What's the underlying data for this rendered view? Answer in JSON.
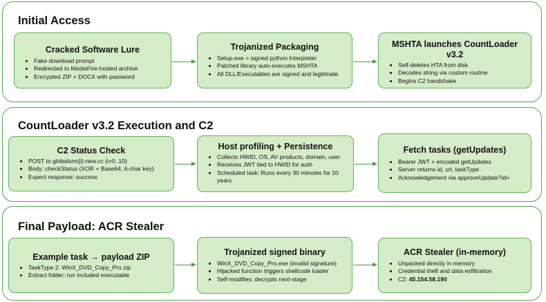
{
  "sections": [
    {
      "title": "Initial Access",
      "boxes": [
        {
          "title": "Cracked Software Lure",
          "bullets": [
            "Fake download prompt",
            "Redirected to MediaFire-hosted archive",
            "Encrypted ZIP + DOCX with password"
          ]
        },
        {
          "title": "Trojanized Packaging",
          "bullets": [
            "Setup.exe = signed python Interpreter",
            "Patched library auto-executes MSHTA",
            "All DLL/Executables are signed and legitimate"
          ]
        },
        {
          "title": "MSHTA launches CountLoader v3.2",
          "bullets": [
            "Self-deletes HTA from disk",
            "Decodes string via custom routine",
            "Begins C2 handshake"
          ]
        }
      ]
    },
    {
      "title": "CountLoader v3.2 Execution and C2",
      "boxes": [
        {
          "title": "C2 Status Check",
          "bullets": [
            "POST to globalsnn{i}-new.cc (i=0..10)",
            "Body: checkStatus (XOR + Base64, 6-char key)",
            "Expect response: success"
          ]
        },
        {
          "title": "Host profiling + Persistence",
          "bullets": [
            "Collects HWID, OS, AV products, domain, user",
            "Receives JWT tied to HWID for auth",
            "Scheduled task: Runs every 30 minutes for 10 years"
          ]
        },
        {
          "title": "Fetch tasks (getUpdates)",
          "bullets": [
            "Bearer JWT + encoded getUpdates",
            "Server returns id, url, taskType",
            "Acknowledgement via approveUpdate?id="
          ]
        }
      ]
    },
    {
      "title": "Final Payload: ACR Stealer",
      "boxes": [
        {
          "title": "Example task → payload ZIP",
          "bullets": [
            "TaskType 2: WinX_DVD_Copy_Pro.zip",
            "Extract folder; run included executable"
          ]
        },
        {
          "title": "Trojanized signed binary",
          "bullets": [
            "WinX_DVD_Copy_Pro.exe (invalid signature)",
            "Hijacked function triggers shellcode loader",
            "Self-modifies; decrypts next-stage"
          ]
        },
        {
          "title": "ACR Stealer (in-memory)",
          "bullets": [
            "Unpacked directly in memory",
            "Credential theft and data exfiltration"
          ],
          "c2_label": "C2: ",
          "c2_ip": "45.154.58.190"
        }
      ]
    }
  ]
}
